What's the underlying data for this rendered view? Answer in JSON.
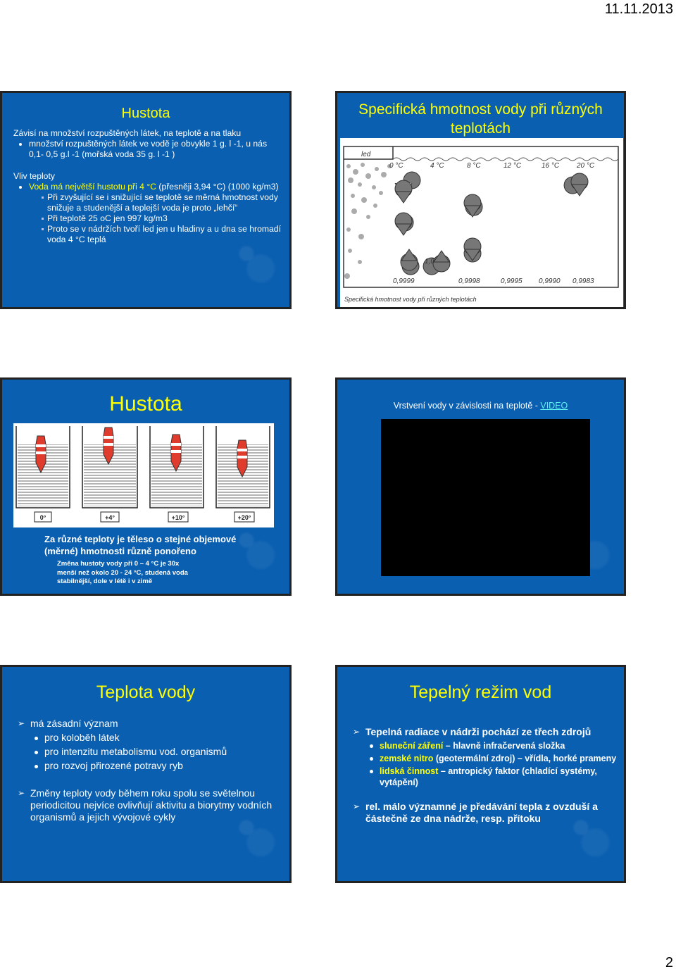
{
  "header": {
    "date": "11.11.2013"
  },
  "footer": {
    "page_number": "2"
  },
  "slide1": {
    "title": "Hustota",
    "intro": "Závisí na množství rozpuštěných látek, na teplotě a na tlaku",
    "bullet1": "množství rozpuštěných látek ve vodě je obvykle 1 g. l -1, u nás 0,1- 0,5 g.l -1 (mořská voda 35 g. l -1 )",
    "vliv": "Vliv teploty",
    "bullet2_yellow": "Voda má největší hustotu při 4 °C",
    "bullet2_rest": " (přesněji 3,94 °C) (1000 kg/m3)",
    "sub1": "Při zvyšující se i snižující se teplotě se měrná hmotnost vody snižuje a studenější a teplejší voda je proto „lehčí“",
    "sub2": "Při teplotě 25 oC jen 997 kg/m3",
    "sub3": "Proto se v nádržích tvoří led jen u hladiny a u dna se hromadí voda 4 °C teplá"
  },
  "slide2": {
    "title": "Specifická hmotnost vody při různých teplotách",
    "figure": {
      "led": "led",
      "temps": [
        "0 °C",
        "4 °C",
        "8 °C",
        "12 °C",
        "16 °C",
        "20 °C"
      ],
      "label_1": "1,0",
      "densities": [
        "0,9999",
        "0,9998",
        "0,9995",
        "0,9990",
        "0,9983"
      ],
      "caption": "Specifická hmotnost vody při různých teplotách"
    }
  },
  "slide3": {
    "title": "Hustota",
    "figure": {
      "temps": [
        "0°",
        "+4°",
        "+10°",
        "+20°"
      ]
    },
    "caption1": "Za různé teploty je těleso o stejné objemové (měrné) hmotnosti různě ponořeno",
    "caption2": "Změna hustoty vody při 0 – 4 °C je 30x menší než okolo 20 - 24 °C, studená voda stabilnější, dole v létě i v zimě"
  },
  "slide4": {
    "title_text": "Vrstvení vody v závislosti na teplotě - ",
    "title_link": "VIDEO"
  },
  "slide5": {
    "title": "Teplota vody",
    "point1": "má zásadní význam",
    "bullets": [
      "pro koloběh látek",
      "pro intenzitu metabolismu vod. organismů",
      "pro rozvoj přirozené potravy ryb"
    ],
    "point2": "Změny teploty vody během roku spolu se světelnou periodicitou nejvíce ovlivňují aktivitu a biorytmy vodních organismů a jejich vývojové cykly"
  },
  "slide6": {
    "title": "Tepelný režim vod",
    "point1": "Tepelná radiace v nádrži pochází ze třech zdrojů",
    "b1_yellow": "sluneční záření",
    "b1_rest": " – hlavně infračervená složka",
    "b2_yellow": "zemské nitro",
    "b2_rest": " (geotermální zdroj) – vřídla, horké prameny",
    "b3_yellow": "lidská činnost",
    "b3_rest": " – antropický faktor (chladící systémy, vytápění)",
    "point2": "rel. málo významné je předávání tepla z ovzduší a částečně ze dna nádrže, resp. přítoku"
  },
  "colors": {
    "slide_bg": "#0a5fb0",
    "title_yellow": "#ffff00",
    "link_cyan": "#5ff0f0"
  }
}
